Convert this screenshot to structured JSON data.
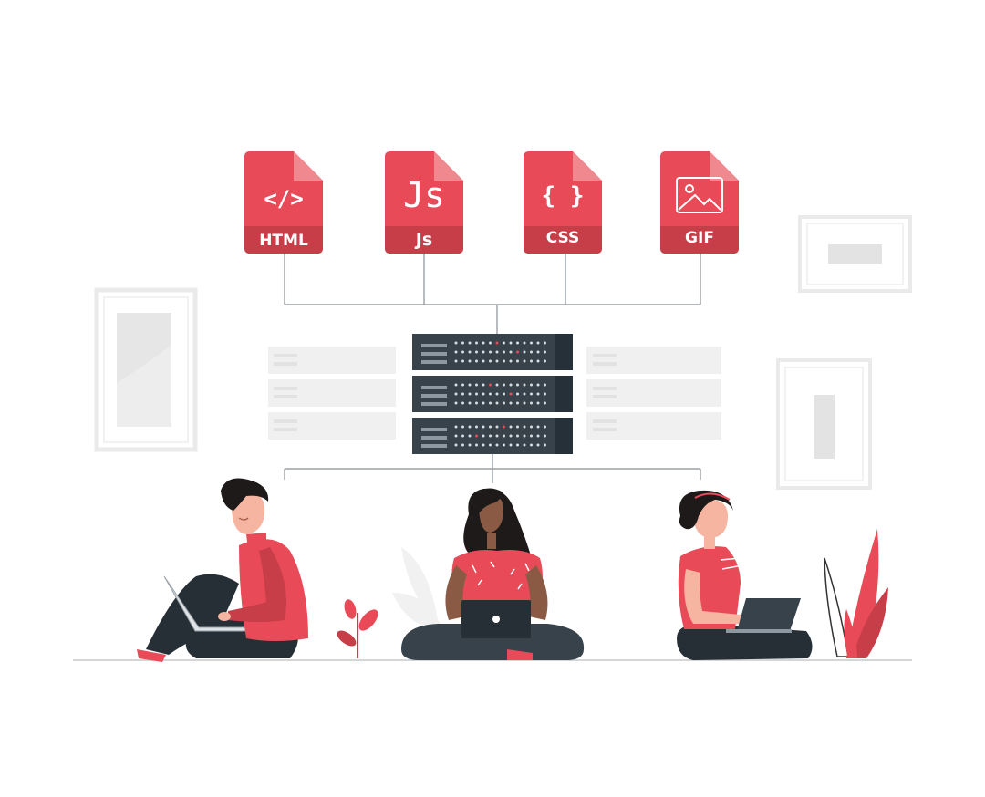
{
  "colors": {
    "accent": "#e84a57",
    "accent_dark": "#c73d48",
    "server": "#37424b",
    "server_dark": "#263038",
    "line": "#8a8f94",
    "ghost": "#ececec",
    "skin_light": "#f5b5a0",
    "skin_dark": "#8a5a44",
    "hair": "#1f1a1a",
    "pants": "#262f36"
  },
  "files": [
    {
      "glyph": "</>",
      "label": "HTML",
      "icon": "code-icon"
    },
    {
      "glyph": "Js",
      "label": "Js",
      "icon": "js-icon"
    },
    {
      "glyph": "{ }",
      "label": "CSS",
      "icon": "braces-icon"
    },
    {
      "glyph": "",
      "label": "GIF",
      "icon": "image-icon"
    }
  ]
}
